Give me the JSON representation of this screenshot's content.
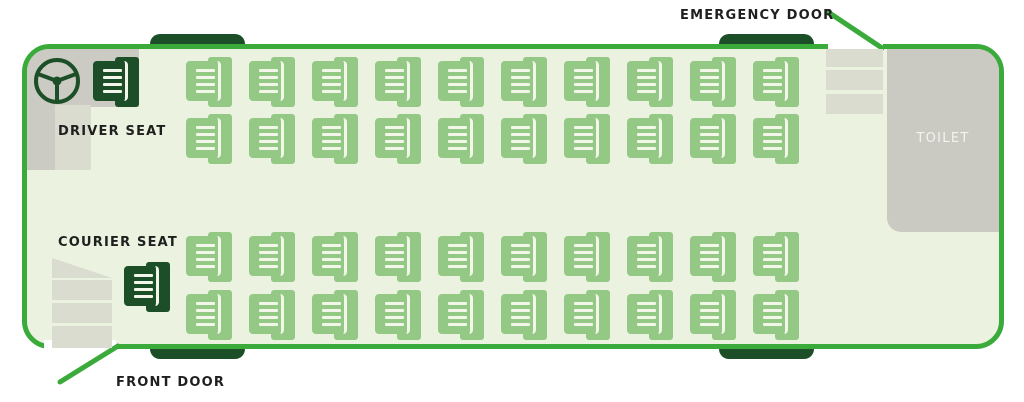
{
  "labels": {
    "driver_seat": "DRIVER SEAT",
    "courier_seat": "COURIER SEAT",
    "front_door": "FRONT DOOR",
    "emergency_door": "EMERGENCY DOOR",
    "toilet": "TOILET"
  },
  "colors": {
    "outline": "#3aab3a",
    "interior": "#ecf2e0",
    "passenger_seat": "#93c985",
    "crew_seat": "#1c4f27",
    "wheel_cover": "#1c4f27",
    "toilet": "#cacac2",
    "steps": "#d8dccb"
  },
  "seating": {
    "columns": 10,
    "rows_per_block": 2,
    "blocks": 2,
    "passenger_seats": 40,
    "crew_seats": [
      "driver",
      "courier"
    ]
  }
}
